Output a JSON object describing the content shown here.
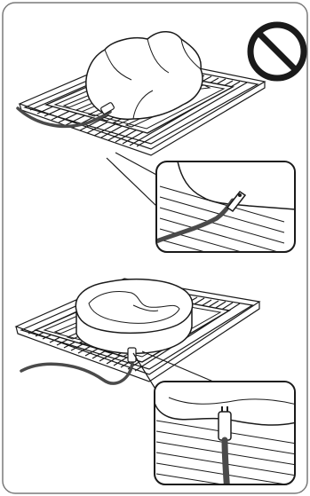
{
  "illustration": {
    "panels": [
      {
        "id": "top",
        "subject": "whole-poultry",
        "tray": "roasting-grill-tray",
        "probe": "temperature-probe"
      },
      {
        "id": "bottom",
        "subject": "steak",
        "tray": "roasting-grill-tray",
        "probe": "temperature-probe"
      }
    ],
    "prohibition_symbol": "prohibition-icon"
  },
  "colors": {
    "stroke": "#1a1a1a",
    "frame_stroke": "#7a7a7a",
    "fill": "#ffffff",
    "cable": "#4a4a4a",
    "highlight": "#d9d9d9"
  }
}
